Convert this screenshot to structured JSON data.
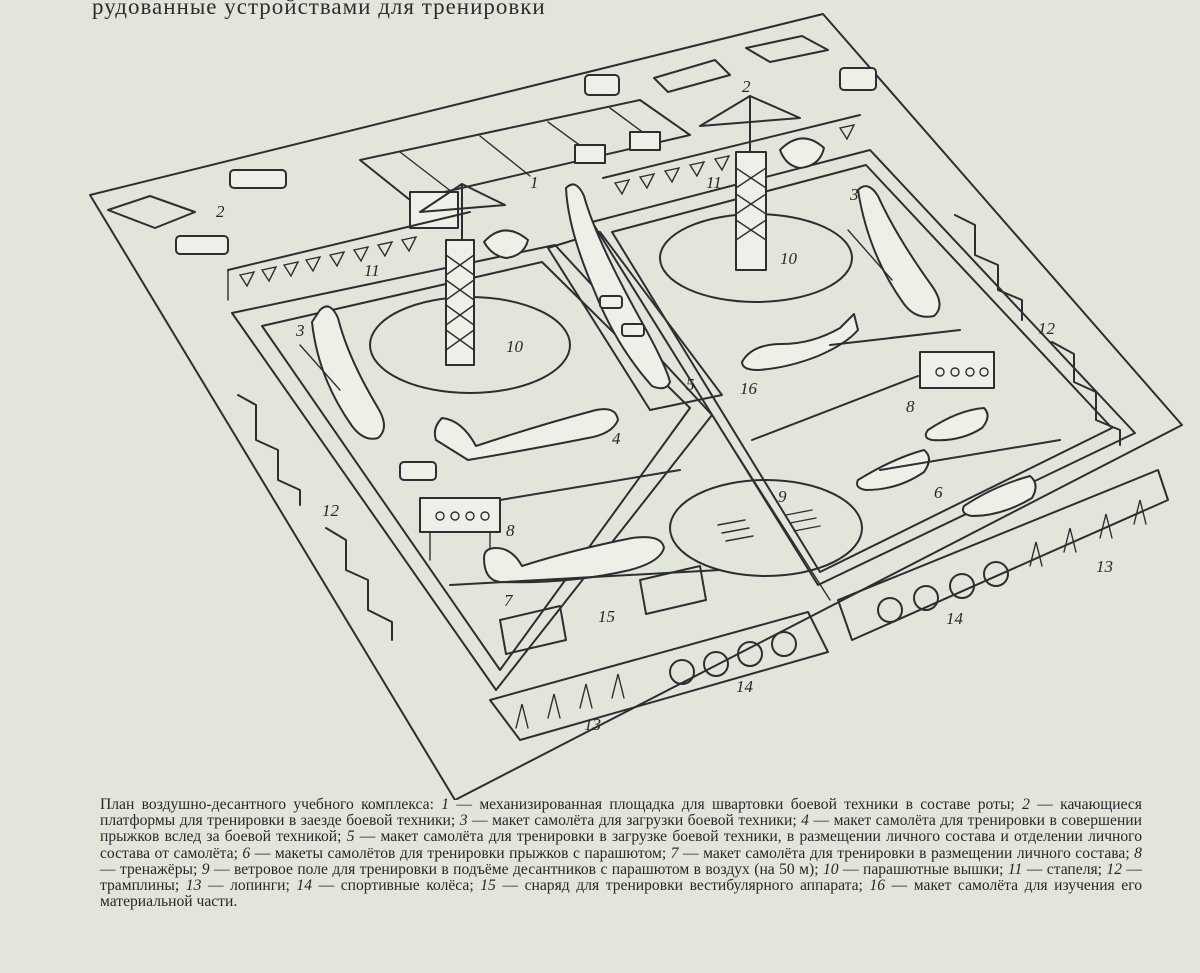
{
  "page": {
    "top_line": "рудованные устройствами для тренировки"
  },
  "diagram": {
    "labels": {
      "n1": "1",
      "n2a": "2",
      "n2b": "2",
      "n3a": "3",
      "n3b": "3",
      "n4": "4",
      "n5": "5",
      "n6": "6",
      "n7": "7",
      "n8a": "8",
      "n8b": "8",
      "n9": "9",
      "n10a": "10",
      "n10b": "10",
      "n11a": "11",
      "n11b": "11",
      "n12a": "12",
      "n12b": "12",
      "n13a": "13",
      "n13b": "13",
      "n14a": "14",
      "n14b": "14",
      "n15": "15",
      "n16": "16"
    }
  },
  "caption": {
    "intro": "План воздушно-десантного учебного комплекса:",
    "items": [
      {
        "n": "1",
        "text": "механизированная площадка для швартовки боевой техники в составе роты;"
      },
      {
        "n": "2",
        "text": "качающиеся платформы для тренировки в заезде боевой техники;"
      },
      {
        "n": "3",
        "text": "макет самолёта для загрузки боевой техники;"
      },
      {
        "n": "4",
        "text": "макет самолёта для тренировки в совершении прыжков вслед за боевой техникой;"
      },
      {
        "n": "5",
        "text": "макет самолёта для тренировки в загрузке боевой техники, в размещении личного состава и отделении личного состава от самолёта;"
      },
      {
        "n": "6",
        "text": "макеты самолётов для тренировки прыжков с парашютом;"
      },
      {
        "n": "7",
        "text": "макет самолёта для тренировки в размещении личного состава;"
      },
      {
        "n": "8",
        "text": "тренажёры;"
      },
      {
        "n": "9",
        "text": "ветровое поле для тренировки в подъёме десантников с парашютом в воздух (на 50 м);"
      },
      {
        "n": "10",
        "text": "парашютные вышки;"
      },
      {
        "n": "11",
        "text": "стапеля;"
      },
      {
        "n": "12",
        "text": "трамплины;"
      },
      {
        "n": "13",
        "text": "лопинги;"
      },
      {
        "n": "14",
        "text": "спортивные колёса;"
      },
      {
        "n": "15",
        "text": "снаряд для тренировки вестибулярного аппарата;"
      },
      {
        "n": "16",
        "text": "макет самолёта для изучения его материальной части."
      }
    ]
  }
}
